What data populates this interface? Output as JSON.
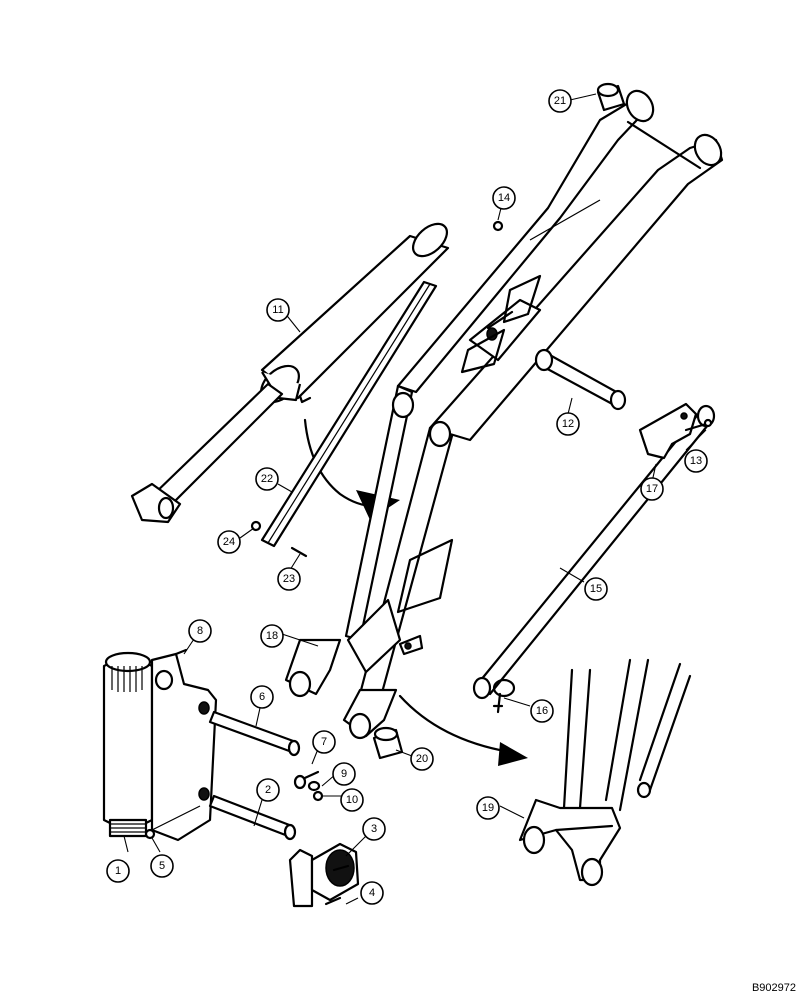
{
  "figure_id": "B902972",
  "callouts": [
    "1",
    "2",
    "3",
    "4",
    "5",
    "6",
    "7",
    "8",
    "9",
    "10",
    "11",
    "12",
    "13",
    "14",
    "15",
    "16",
    "17",
    "18",
    "19",
    "20",
    "21",
    "22",
    "23",
    "24"
  ]
}
